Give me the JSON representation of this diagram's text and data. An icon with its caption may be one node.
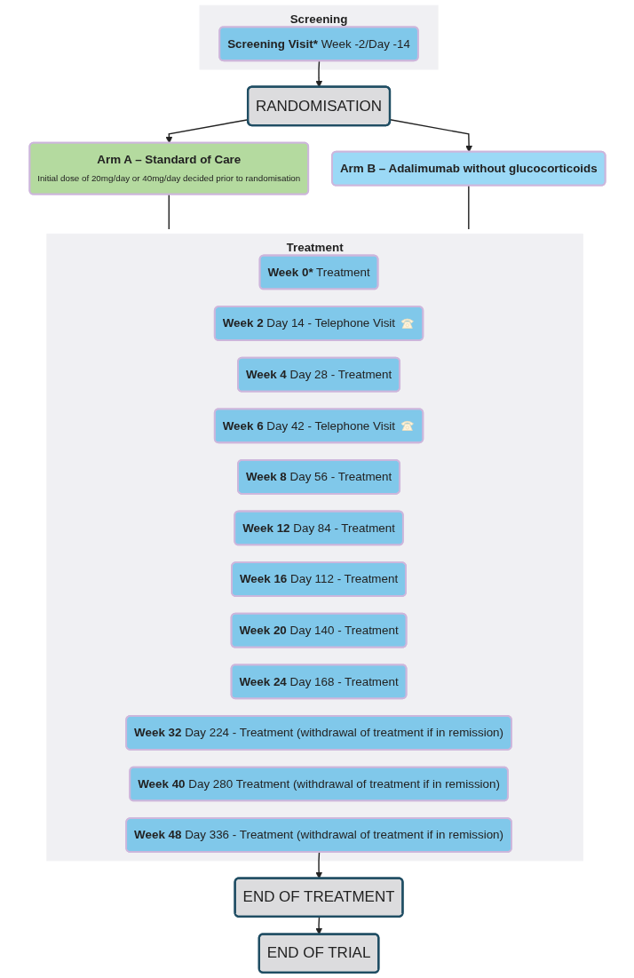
{
  "diagram": {
    "nodes": [
      {
        "text": [
          "Screening"
        ]
      },
      {
        "text": [
          "**Screening Visit*** Week -2/Day -14"
        ],
        "in": 0
      },
      {
        "text": [
          "RANDOMISATION"
        ]
      },
      {
        "text": [
          "Arm A – Standard of Care",
          "Initial dose of 20mg/day or 40mg/day decided prior to randomisation"
        ]
      },
      {
        "text": [
          "Arm B – Adalimumab without glucocorticoids"
        ]
      },
      {
        "text": [
          "Treatment"
        ]
      },
      {
        "text": [
          "**Week 0*** Treatment"
        ],
        "in": 5
      },
      {
        "text": [
          "**Week 2** Day 14 - Telephone Visit"
        ],
        "in": 5
      },
      {
        "text": [
          "**Week 4** Day 28 - Treatment"
        ],
        "in": 5
      },
      {
        "text": [
          "**Week 6** Day 42 - Telephone Visit"
        ],
        "in": 5
      },
      {
        "text": [
          "**Week 8** Day 56 - Treatment"
        ],
        "in": 5
      },
      {
        "text": [
          "**Week 12** Day 84 - Treatment"
        ],
        "in": 5
      },
      {
        "text": [
          "**Week 16** Day 112 - Treatment"
        ],
        "in": 5
      },
      {
        "text": [
          "**Week 20** Day 140 - Treatment"
        ],
        "in": 5
      },
      {
        "text": [
          "**Week 24** Day 168 - Treatment"
        ],
        "in": 5
      },
      {
        "text": [
          "**Week 32** Day 224 - Treatment (withdrawal of treatment if in remission)"
        ],
        "in": 5
      },
      {
        "text": [
          "**Week 40** Day 280 Treatment (withdrawal of treatment if in remission)"
        ],
        "in": 5
      },
      {
        "text": [
          "**Week 48** Day 336 - Treatment (withdrawal of treatment if in remission)"
        ],
        "in": 5
      },
      {
        "text": [
          "END OF TREATMENT"
        ]
      },
      {
        "text": [
          "END OF TRIAL"
        ]
      }
    ],
    "edges": [
      {
        "from": 1,
        "to": 2,
        "arrow": "to"
      },
      {
        "from": 2,
        "to": 3,
        "arrow": "to"
      },
      {
        "from": 2,
        "to": 4,
        "arrow": "to"
      },
      {
        "from": 3,
        "to": 5,
        "arrow": "none"
      },
      {
        "from": 4,
        "to": 5,
        "arrow": "none"
      },
      {
        "from": 17,
        "to": 18,
        "arrow": "to"
      },
      {
        "from": 18,
        "to": 19,
        "arrow": "to"
      }
    ]
  }
}
